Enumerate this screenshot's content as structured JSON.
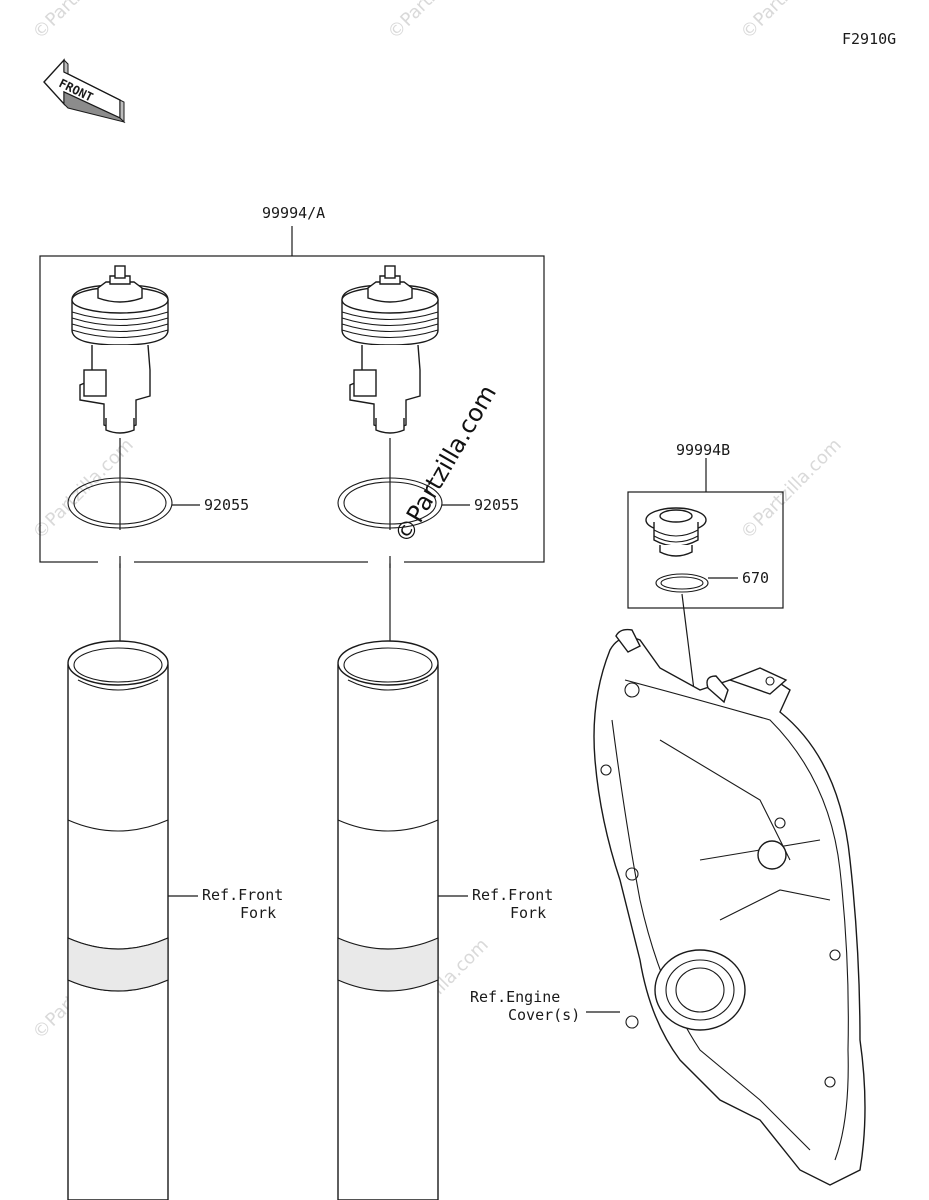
{
  "diagram_code": "F2910G",
  "front_label": "FRONT",
  "watermark": "©Partzilla.com",
  "callouts": {
    "kit_a": "99994/A",
    "kit_b": "99994B",
    "oring_left": "92055",
    "oring_right": "92055",
    "small_oring": "670",
    "ref_fork_left_1": "Ref.Front",
    "ref_fork_left_2": "Fork",
    "ref_fork_right_1": "Ref.Front",
    "ref_fork_right_2": "Fork",
    "ref_engine_1": "Ref.Engine",
    "ref_engine_2": "Cover(s)"
  }
}
